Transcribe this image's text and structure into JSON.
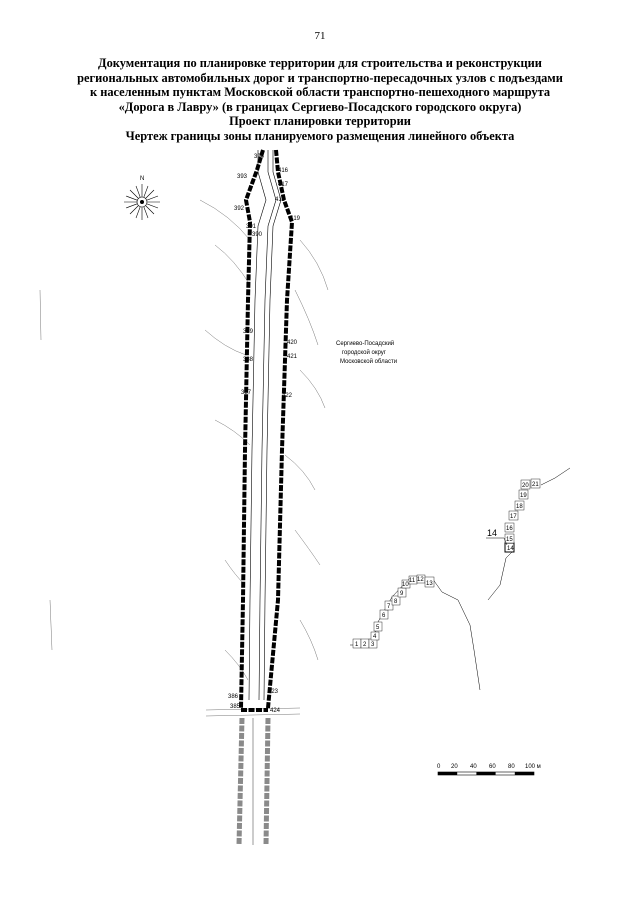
{
  "page_number": "71",
  "title_lines": [
    "Документация по планировке территории для строительства и реконструкции",
    "региональных автомобильных дорог и транспортно-пересадочных узлов с подъездами",
    "к населенным пунктам Московской области транспортно-пешеходного маршрута",
    "«Дорога в Лавру» (в границах Сергиево-Посадского городского округа)",
    "Проект планировки территории",
    "Чертеж границы зоны планируемого размещения линейного объекта"
  ],
  "compass": {
    "north_label": "N"
  },
  "region_label": [
    "Сергиево-Посадский",
    "городской округ",
    "Московской области"
  ],
  "left_points": [
    "394",
    "393",
    "392",
    "391",
    "390",
    "389",
    "388",
    "387",
    "386",
    "385"
  ],
  "right_points": [
    "416",
    "417",
    "418",
    "419",
    "420",
    "421",
    "422",
    "423",
    "424"
  ],
  "inset": {
    "sheet_numbers": [
      "1",
      "2",
      "3",
      "4",
      "5",
      "6",
      "7",
      "8",
      "9",
      "10",
      "11",
      "12",
      "13",
      "15",
      "16",
      "17",
      "18",
      "19",
      "20",
      "21"
    ],
    "current_sheet": "14"
  },
  "scale_bar": {
    "labels": [
      "0",
      "20",
      "40",
      "60",
      "80",
      "100 м"
    ]
  },
  "colors": {
    "ink": "#000000",
    "grey_boundary": "#8a8a8a"
  }
}
